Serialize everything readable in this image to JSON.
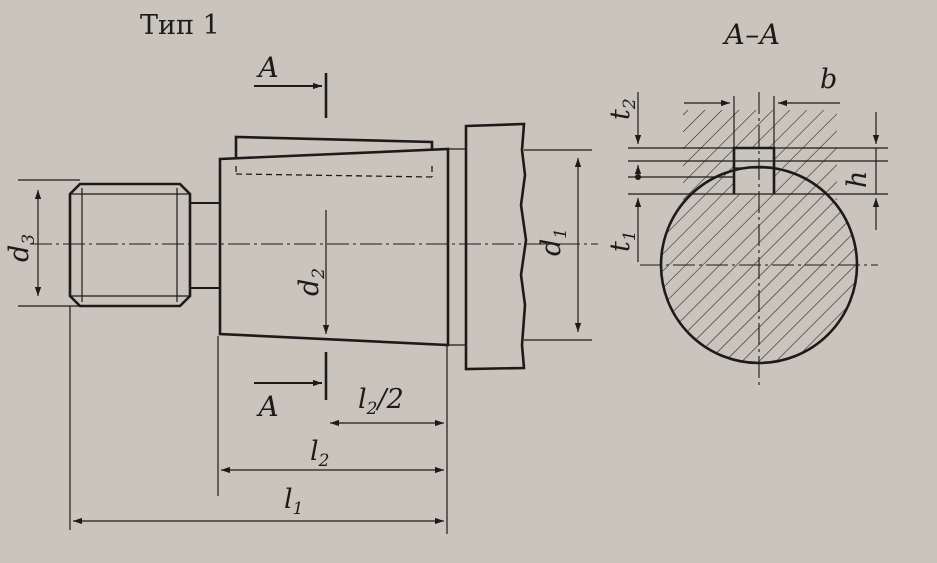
{
  "title": "Тип 1",
  "section_title": "А–А",
  "cut_label": "А",
  "dims": {
    "d3": {
      "base": "d",
      "sub": "3"
    },
    "d2": {
      "base": "d",
      "sub": "2"
    },
    "d1": {
      "base": "d",
      "sub": "1"
    },
    "l1": {
      "base": "l",
      "sub": "1"
    },
    "l2": {
      "base": "l",
      "sub": "2"
    },
    "l2_half": {
      "base": "l",
      "sub": "2",
      "tail": "/2"
    },
    "t1": {
      "base": "t",
      "sub": "1"
    },
    "t2": {
      "base": "t",
      "sub": "2"
    },
    "b": "b",
    "h": "h"
  },
  "colors": {
    "paper": "#c9c4bc",
    "ink": "#1d1b1a"
  }
}
